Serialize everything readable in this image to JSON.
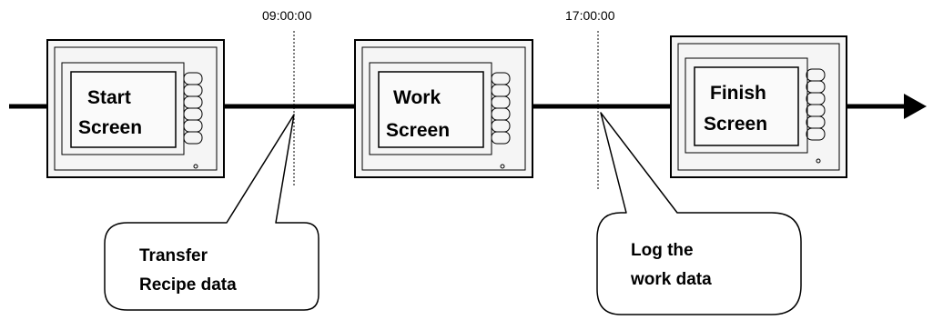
{
  "times": [
    "09:00:00",
    "17:00:00"
  ],
  "screens": [
    {
      "line1": "Start",
      "line2": "Screen"
    },
    {
      "line1": "Work",
      "line2": "Screen"
    },
    {
      "line1": "Finish",
      "line2": "Screen"
    }
  ],
  "callouts": [
    {
      "line1": "Transfer",
      "line2": "Recipe data"
    },
    {
      "line1": "Log the",
      "line2": "work data"
    }
  ],
  "colors": {
    "line": "#000000",
    "panel_face": "#f5f5f5",
    "panel_inner": "#fafafa",
    "background": "#ffffff"
  }
}
